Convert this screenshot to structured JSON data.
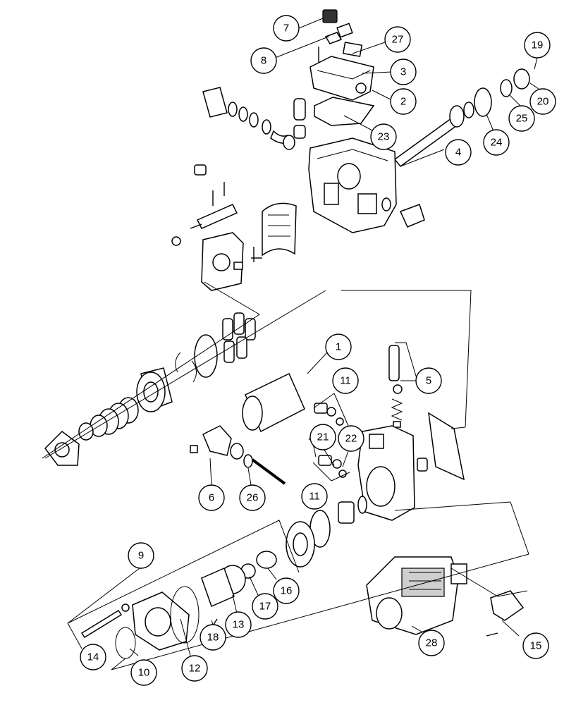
{
  "callouts": {
    "c1": "1",
    "c2": "2",
    "c3": "3",
    "c4": "4",
    "c5": "5",
    "c6": "6",
    "c7": "7",
    "c8": "8",
    "c9": "9",
    "c10": "10",
    "c11a": "11",
    "c11b": "11",
    "c12": "12",
    "c13": "13",
    "c14": "14",
    "c15": "15",
    "c16": "16",
    "c17": "17",
    "c18": "18",
    "c19": "19",
    "c20": "20",
    "c21": "21",
    "c22": "22",
    "c23": "23",
    "c24": "24",
    "c25": "25",
    "c26": "26",
    "c27": "27",
    "c28": "28"
  }
}
